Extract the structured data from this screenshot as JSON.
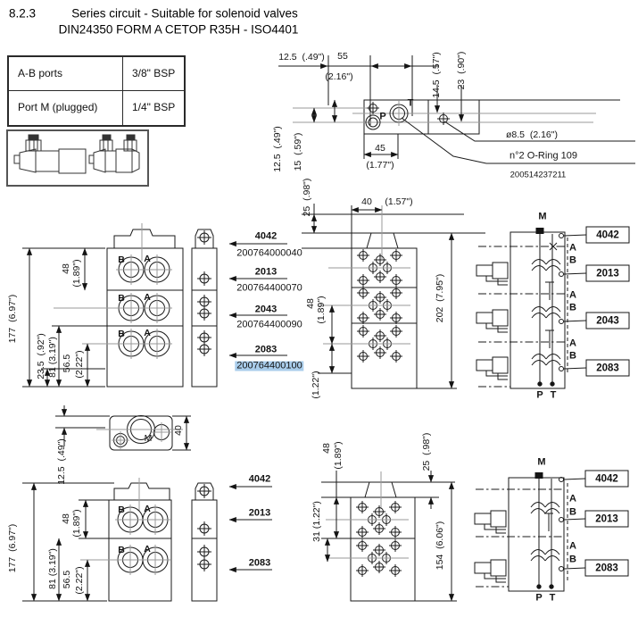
{
  "header": {
    "section": "8.2.3",
    "title_line1": "Series circuit - Suitable for solenoid valves",
    "title_line2": "DIN24350 FORM A CETOP R35H - ISO4401"
  },
  "ports_table": {
    "rows": [
      {
        "label": "A-B ports",
        "value": "3/8\" BSP"
      },
      {
        "label": "Port M (plugged)",
        "value": "1/4\" BSP"
      }
    ]
  },
  "highlight_color": "#a9cdeb",
  "top_view": {
    "dims": {
      "d12_5_top": "12.5  (.49\")",
      "d55": "55",
      "d55_in": "(2.16\")",
      "d14_5": "14.5  (.57\")",
      "d23": "23  (.90\")",
      "d12_5_left": "12.5  (.49\")",
      "d15": "15  (.59\")",
      "d45": "45",
      "d45_in": "(1.77\")",
      "dia": "ø8.5  (2.16\")"
    },
    "port_p": "P",
    "port_t": "T",
    "oring_note": "n°2 O-Ring 109",
    "part_code": "200514237211"
  },
  "upper_unit": {
    "front": {
      "port_b": "B",
      "port_a": "A",
      "dims": {
        "d177": "177  (6.97\")",
        "d48": "48",
        "d48_in": "(1.89\")",
        "d23_5": "23.5  (.92\")",
        "d81": "81 (3.19\")",
        "d56_5": "56.5",
        "d56_5_in": "(2.22\")"
      }
    },
    "models": [
      {
        "model": "4042",
        "code": "200764000040",
        "highlighted": false
      },
      {
        "model": "2013",
        "code": "200764400070",
        "highlighted": false
      },
      {
        "model": "2043",
        "code": "200764400090",
        "highlighted": false
      },
      {
        "model": "2083",
        "code": "200764400100",
        "highlighted": true
      }
    ],
    "plan": {
      "dims": {
        "d25": "25  (.98\")",
        "d40": "40",
        "d40_in": "(1.57\")",
        "d48": "48",
        "d48_in": "(1.89\")",
        "d1_22": "(1.22\")",
        "d202": "202  (7.95\")"
      }
    },
    "schematic": {
      "m": "M",
      "p": "P",
      "t": "T",
      "a": "A",
      "b": "B",
      "boxes": [
        "4042",
        "2013",
        "2043",
        "2083"
      ]
    }
  },
  "lower_unit": {
    "top_view": {
      "m": "M",
      "dims": {
        "d40": "40",
        "d12_5": "12.5  (.49\")"
      }
    },
    "front": {
      "port_b": "B",
      "port_a": "A",
      "dims": {
        "d177": "177  (6.97\")",
        "d48": "48",
        "d48_in": "(1.89\")",
        "d81": "81 (3.19\")",
        "d56_5": "56.5",
        "d56_5_in": "(2.22\")"
      }
    },
    "models": [
      {
        "model": "4042"
      },
      {
        "model": "2013"
      },
      {
        "model": "2083"
      }
    ],
    "plan": {
      "dims": {
        "d48": "48",
        "d48_in": "(1.89\")",
        "d25": "25  (.98\")",
        "d31": "31 (1.22\")",
        "d154": "154  (6.06\")"
      }
    },
    "schematic": {
      "m": "M",
      "p": "P",
      "t": "T",
      "a": "A",
      "b": "B",
      "boxes": [
        "4042",
        "2013",
        "2083"
      ]
    }
  }
}
